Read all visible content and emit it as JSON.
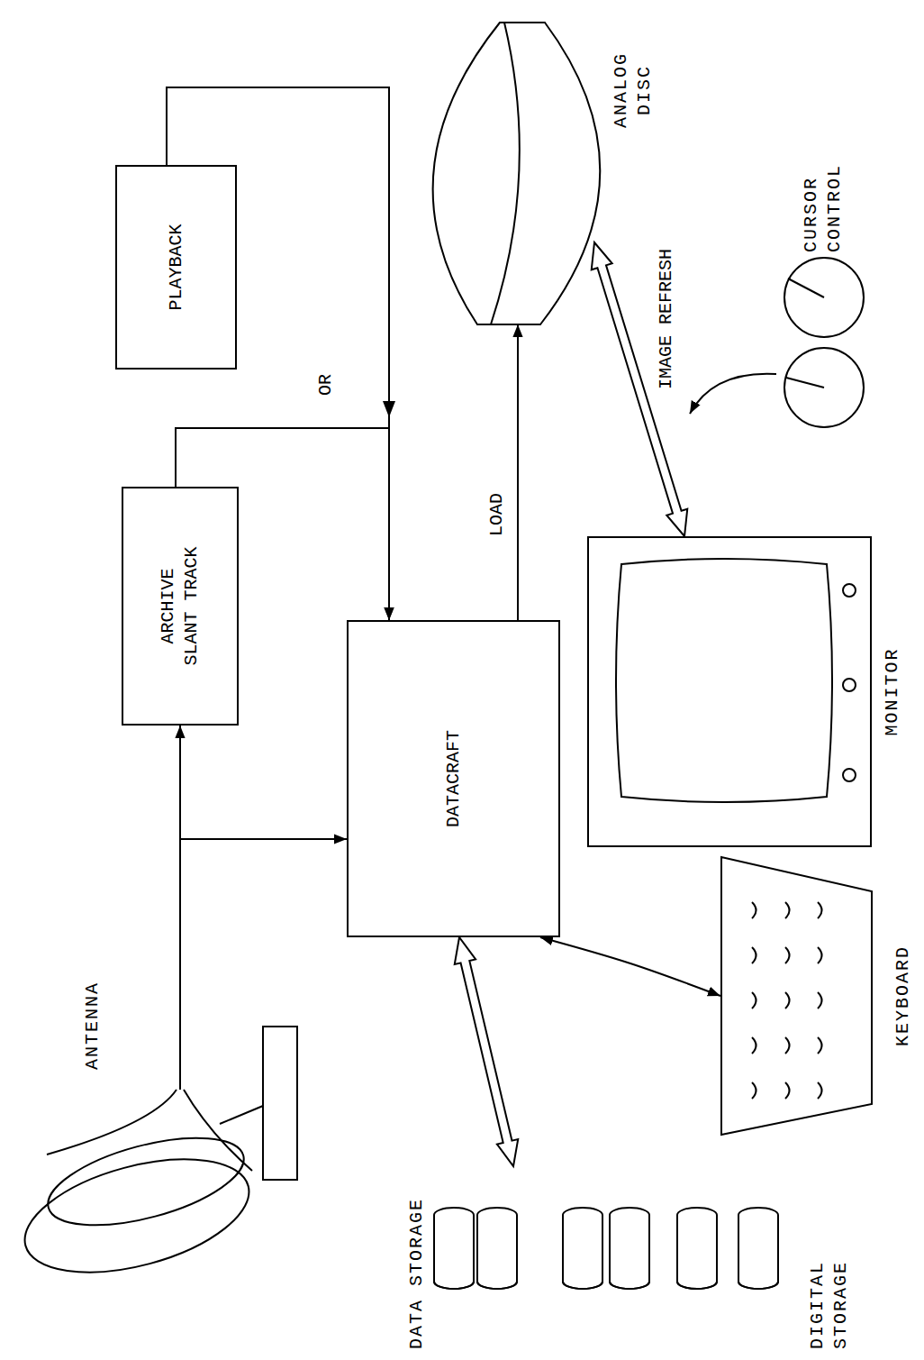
{
  "diagram": {
    "nodes": [
      {
        "text": [
          "ANTENNA"
        ]
      },
      {
        "text": [
          "ARCHIVE SLANT TRACK"
        ]
      },
      {
        "text": [
          "PLAYBACK"
        ]
      },
      {
        "text": [
          "DATACRAFT"
        ]
      },
      {
        "text": [
          "ANALOG DISC"
        ]
      },
      {
        "text": [
          "MONITOR"
        ]
      },
      {
        "text": [
          "KEYBOARD"
        ]
      },
      {
        "text": [
          "DATA STORAGE",
          "DIGITAL STORAGE"
        ]
      },
      {
        "text": [
          "CURSOR CONTROL"
        ]
      }
    ],
    "edges": [
      {
        "from": 0,
        "to": 1,
        "arrow": "to"
      },
      {
        "from": 0,
        "to": 3,
        "arrow": "to"
      },
      {
        "from": 1,
        "to": 3,
        "arrow": "to"
      },
      {
        "from": 2,
        "to": 3,
        "arrow": "to"
      },
      {
        "from": 3,
        "to": 4,
        "label": "LOAD",
        "arrow": "to"
      },
      {
        "from": 4,
        "to": 5,
        "label": "IMAGE REFRESH",
        "arrow": "both"
      },
      {
        "from": 3,
        "to": 6,
        "arrow": "both"
      },
      {
        "from": 3,
        "to": 7,
        "arrow": "both"
      }
    ],
    "labels": [
      "OR"
    ]
  }
}
